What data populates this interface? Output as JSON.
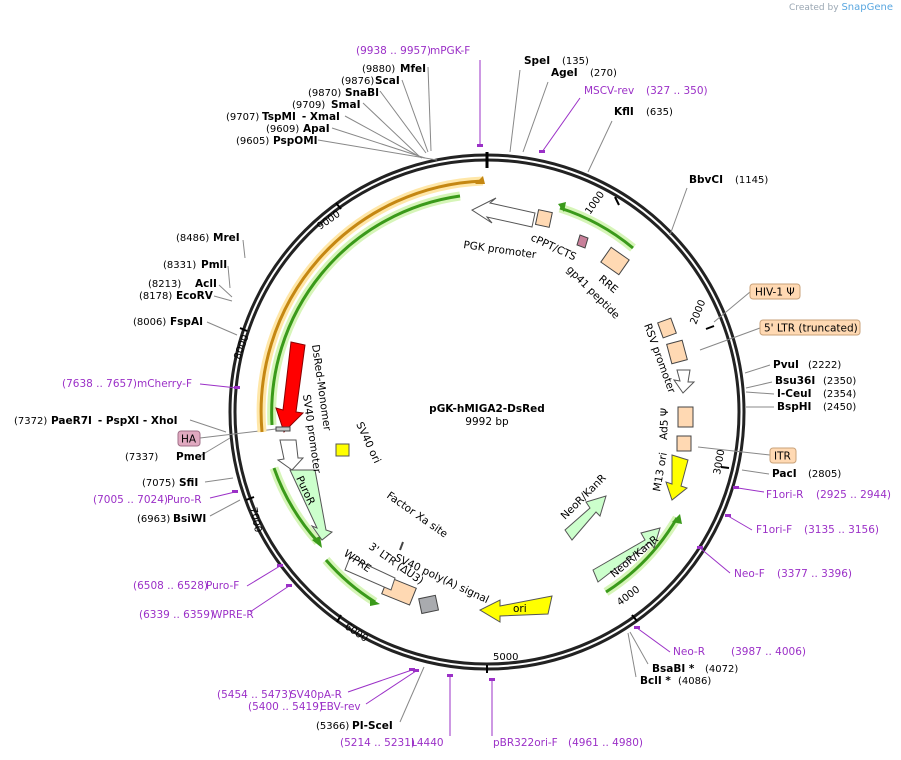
{
  "branding": {
    "created_by": "Created by",
    "app": "SnapGene"
  },
  "plasmid": {
    "name": "pGK-hMIGA2-DsRed",
    "length": "9992 bp"
  },
  "ticks": [
    {
      "label": "1000"
    },
    {
      "label": "2000"
    },
    {
      "label": "3000"
    },
    {
      "label": "4000"
    },
    {
      "label": "5000"
    },
    {
      "label": "6000"
    },
    {
      "label": "7000"
    },
    {
      "label": "8000"
    },
    {
      "label": "9000"
    }
  ],
  "enzymes": [
    {
      "name": "SpeI",
      "pos": "(135)"
    },
    {
      "name": "AgeI",
      "pos": "(270)"
    },
    {
      "name": "KflI",
      "pos": "(635)"
    },
    {
      "name": "BbvCI",
      "pos": "(1145)"
    },
    {
      "name": "PvuI",
      "pos": "(2222)"
    },
    {
      "name": "Bsu36I",
      "pos": "(2350)"
    },
    {
      "name": "I-CeuI",
      "pos": "(2354)"
    },
    {
      "name": "BspHI",
      "pos": "(2450)"
    },
    {
      "name": "PacI",
      "pos": "(2805)"
    },
    {
      "name": "BsaBI *",
      "pos": "(4072)"
    },
    {
      "name": "BclI *",
      "pos": "(4086)"
    },
    {
      "name": "PI-SceI",
      "pos": "(5366)"
    },
    {
      "name": "BsiWI",
      "pos": "(6963)"
    },
    {
      "name": "SfiI",
      "pos": "(7075)"
    },
    {
      "name": "PmeI",
      "pos": "(7337)"
    },
    {
      "name": "PaeR7I",
      "pos": "(7372)",
      "extra": "- PspXI   - XhoI"
    },
    {
      "name": "FspAI",
      "pos": "(8006)"
    },
    {
      "name": "EcoRV",
      "pos": "(8178)"
    },
    {
      "name": "AclI",
      "pos": "(8213)"
    },
    {
      "name": "PmlI",
      "pos": "(8331)"
    },
    {
      "name": "MreI",
      "pos": "(8486)"
    },
    {
      "name": "PspOMI",
      "pos": "(9605)"
    },
    {
      "name": "ApaI",
      "pos": "(9609)"
    },
    {
      "name": "TspMI",
      "pos": "(9707)",
      "extra": "- XmaI"
    },
    {
      "name": "SmaI",
      "pos": "(9709)"
    },
    {
      "name": "SnaBI",
      "pos": "(9870)"
    },
    {
      "name": "ScaI",
      "pos": "(9876)"
    },
    {
      "name": "MfeI",
      "pos": "(9880)"
    }
  ],
  "primers": [
    {
      "name": "mPGK-F",
      "pos": "(9938 .. 9957)"
    },
    {
      "name": "MSCV-rev",
      "pos": "(327 .. 350)"
    },
    {
      "name": "F1ori-R",
      "pos": "(2925 .. 2944)"
    },
    {
      "name": "F1ori-F",
      "pos": "(3135 .. 3156)"
    },
    {
      "name": "Neo-F",
      "pos": "(3377 .. 3396)"
    },
    {
      "name": "Neo-R",
      "pos": "(3987 .. 4006)"
    },
    {
      "name": "pBR322ori-F",
      "pos": "(4961 .. 4980)"
    },
    {
      "name": "L4440",
      "pos": "(5214 .. 5231)"
    },
    {
      "name": "EBV-rev",
      "pos": "(5400 .. 5419)"
    },
    {
      "name": "SV40pA-R",
      "pos": "(5454 .. 5473)"
    },
    {
      "name": "WPRE-R",
      "pos": "(6339 .. 6359)"
    },
    {
      "name": "Puro-F",
      "pos": "(6508 .. 6528)"
    },
    {
      "name": "Puro-R",
      "pos": "(7005 .. 7024)"
    },
    {
      "name": "mCherry-F",
      "pos": "(7638 .. 7657)"
    }
  ],
  "boxed_features": [
    {
      "name": "HIV-1 Ψ"
    },
    {
      "name": "5' LTR (truncated)"
    },
    {
      "name": "ITR"
    },
    {
      "name": "HA"
    }
  ],
  "features": {
    "pgk_promoter": "PGK promoter",
    "cppt": "cPPT/CTS",
    "rre": "RRE",
    "gp41": "gp41 peptide",
    "rsv": "RSV promoter",
    "ad5": "Ad5 Ψ",
    "m13": "M13 ori",
    "neo_inner": "NeoR/KanR",
    "neo_outer": "NeoR/KanR",
    "ori": "ori",
    "sv40polya": "SV40 poly(A) signal",
    "ltr3": "3' LTR (ΔU3)",
    "wpre": "WPRE",
    "puror": "PuroR",
    "sv40prom": "SV40 promoter",
    "dsred": "DsRed-Monomer",
    "sv40ori": "SV40 ori",
    "factorxa": "Factor Xa site"
  },
  "colors": {
    "primer": "#9b30c7",
    "dsred": "#ff0000",
    "yellow": "#ffff00",
    "green_feature": "#ccffcc",
    "tan_feature": "#ffd9b3",
    "orange_arc": "#f7a520",
    "green_arc": "#3a9a1a"
  }
}
